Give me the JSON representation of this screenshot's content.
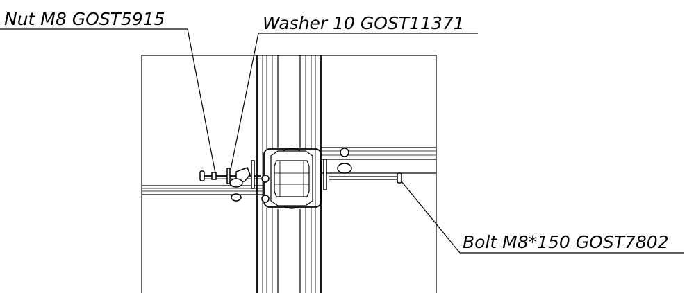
{
  "callouts": {
    "nut": {
      "label": "Nut M8 GOST5915"
    },
    "washer": {
      "label": "Washer 10 GOST11371"
    },
    "bolt": {
      "label": "Bolt M8*150 GOST7802"
    }
  },
  "colors": {
    "line": "#000000",
    "background": "#ffffff"
  }
}
